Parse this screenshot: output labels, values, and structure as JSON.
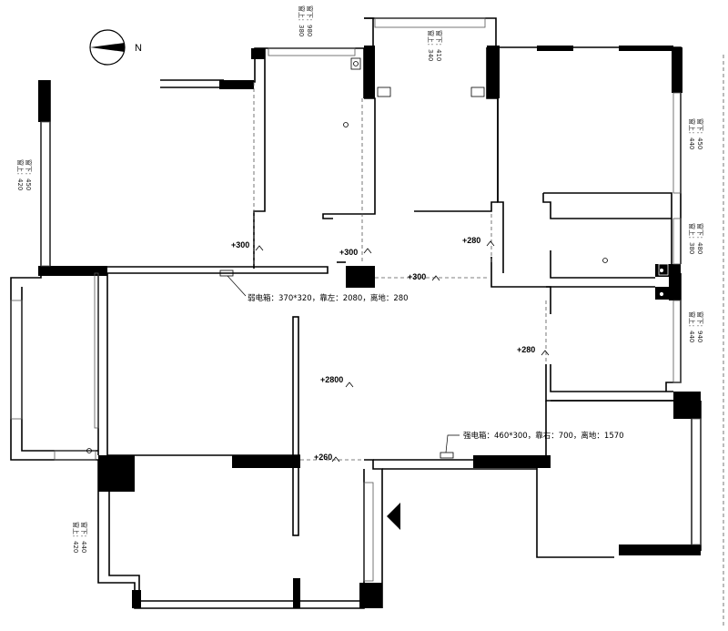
{
  "compass": {
    "letter": "N",
    "icon": "north-arrow-icon"
  },
  "levels": {
    "l1": "+300",
    "l2": "+300",
    "l3": "+300",
    "l4": "+280",
    "l5": "+280",
    "l6": "+2800",
    "l7": "+260"
  },
  "panels": {
    "weak": "弱电箱：370*320，靠左：2080，离地：280",
    "strong": "强电箱：460*300，靠右：700，离地：1570"
  },
  "windows": {
    "w1": {
      "sill": "窗下：980",
      "top": "窗上：380"
    },
    "w2": {
      "sill": "窗下：410",
      "top": "窗上：340"
    },
    "w3": {
      "sill": "窗下：450",
      "top": "窗上：440"
    },
    "w4": {
      "sill": "窗下：480",
      "top": "窗上：380"
    },
    "w5": {
      "sill": "窗下：940",
      "top": "窗上：440"
    },
    "w6": {
      "sill": "窗下：450",
      "top": "窗上：420"
    },
    "w7": {
      "sill": "窗下：440",
      "top": "窗上：420"
    }
  },
  "colors": {
    "wall": "#000000",
    "window": "#555555"
  }
}
